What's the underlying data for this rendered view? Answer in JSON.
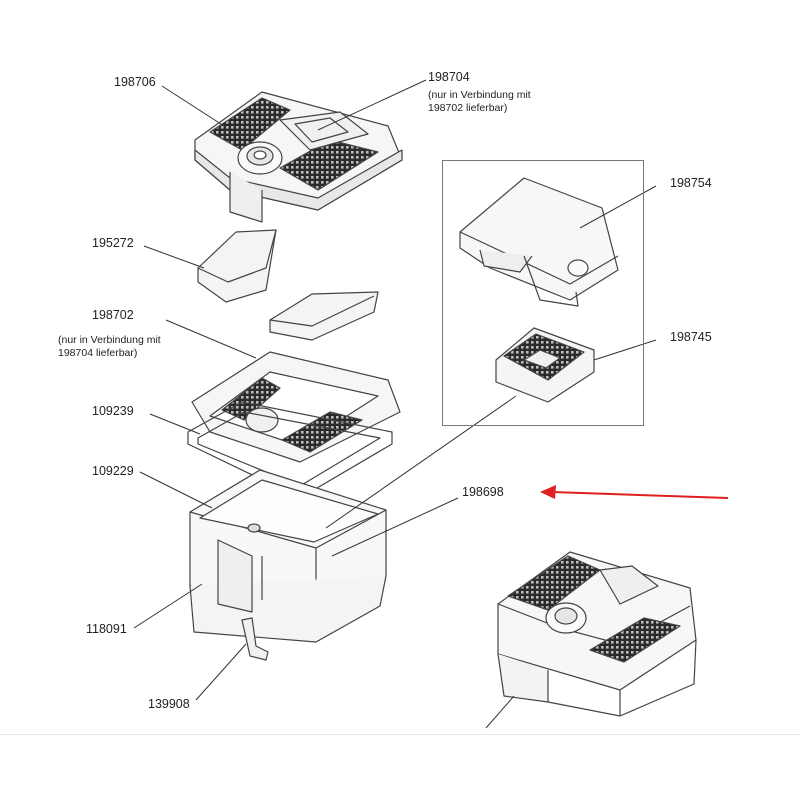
{
  "labels": {
    "p198706": "198706",
    "p198704": "198704",
    "p198704_note1": "(nur in Verbindung mit",
    "p198704_note2": "198702 lieferbar)",
    "p195272": "195272",
    "p198702": "198702",
    "p198702_note1": "(nur in Verbindung mit",
    "p198702_note2": "198704 lieferbar)",
    "p109239": "109239",
    "p109229": "109229",
    "p198698": "198698",
    "p118091": "118091",
    "p139908": "139908",
    "p198754": "198754",
    "p198745": "198745"
  },
  "colors": {
    "line": "#333333",
    "outline": "#444444",
    "mesh": "#2a2a2a",
    "arrow": "#e02020",
    "inset_border": "#777777"
  }
}
